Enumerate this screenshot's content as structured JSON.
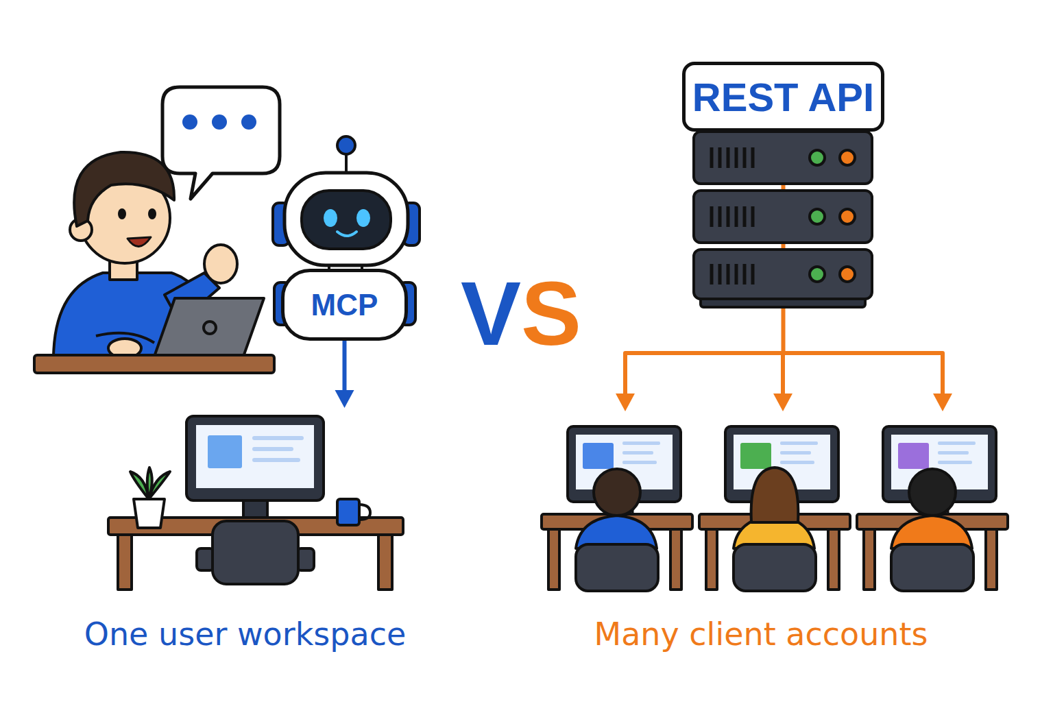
{
  "diagram": {
    "nodes": [
      {
        "text": [
          "MCP"
        ]
      },
      {
        "text": [
          "One user workspace"
        ]
      },
      {
        "text": [
          "REST API"
        ]
      },
      {
        "text": [
          "Many client accounts"
        ]
      }
    ],
    "edges": [
      {
        "from": 0,
        "to": 1,
        "arrow": "to"
      },
      {
        "from": 2,
        "to": 3,
        "arrow": "to"
      }
    ],
    "labels": [
      "VS"
    ]
  }
}
